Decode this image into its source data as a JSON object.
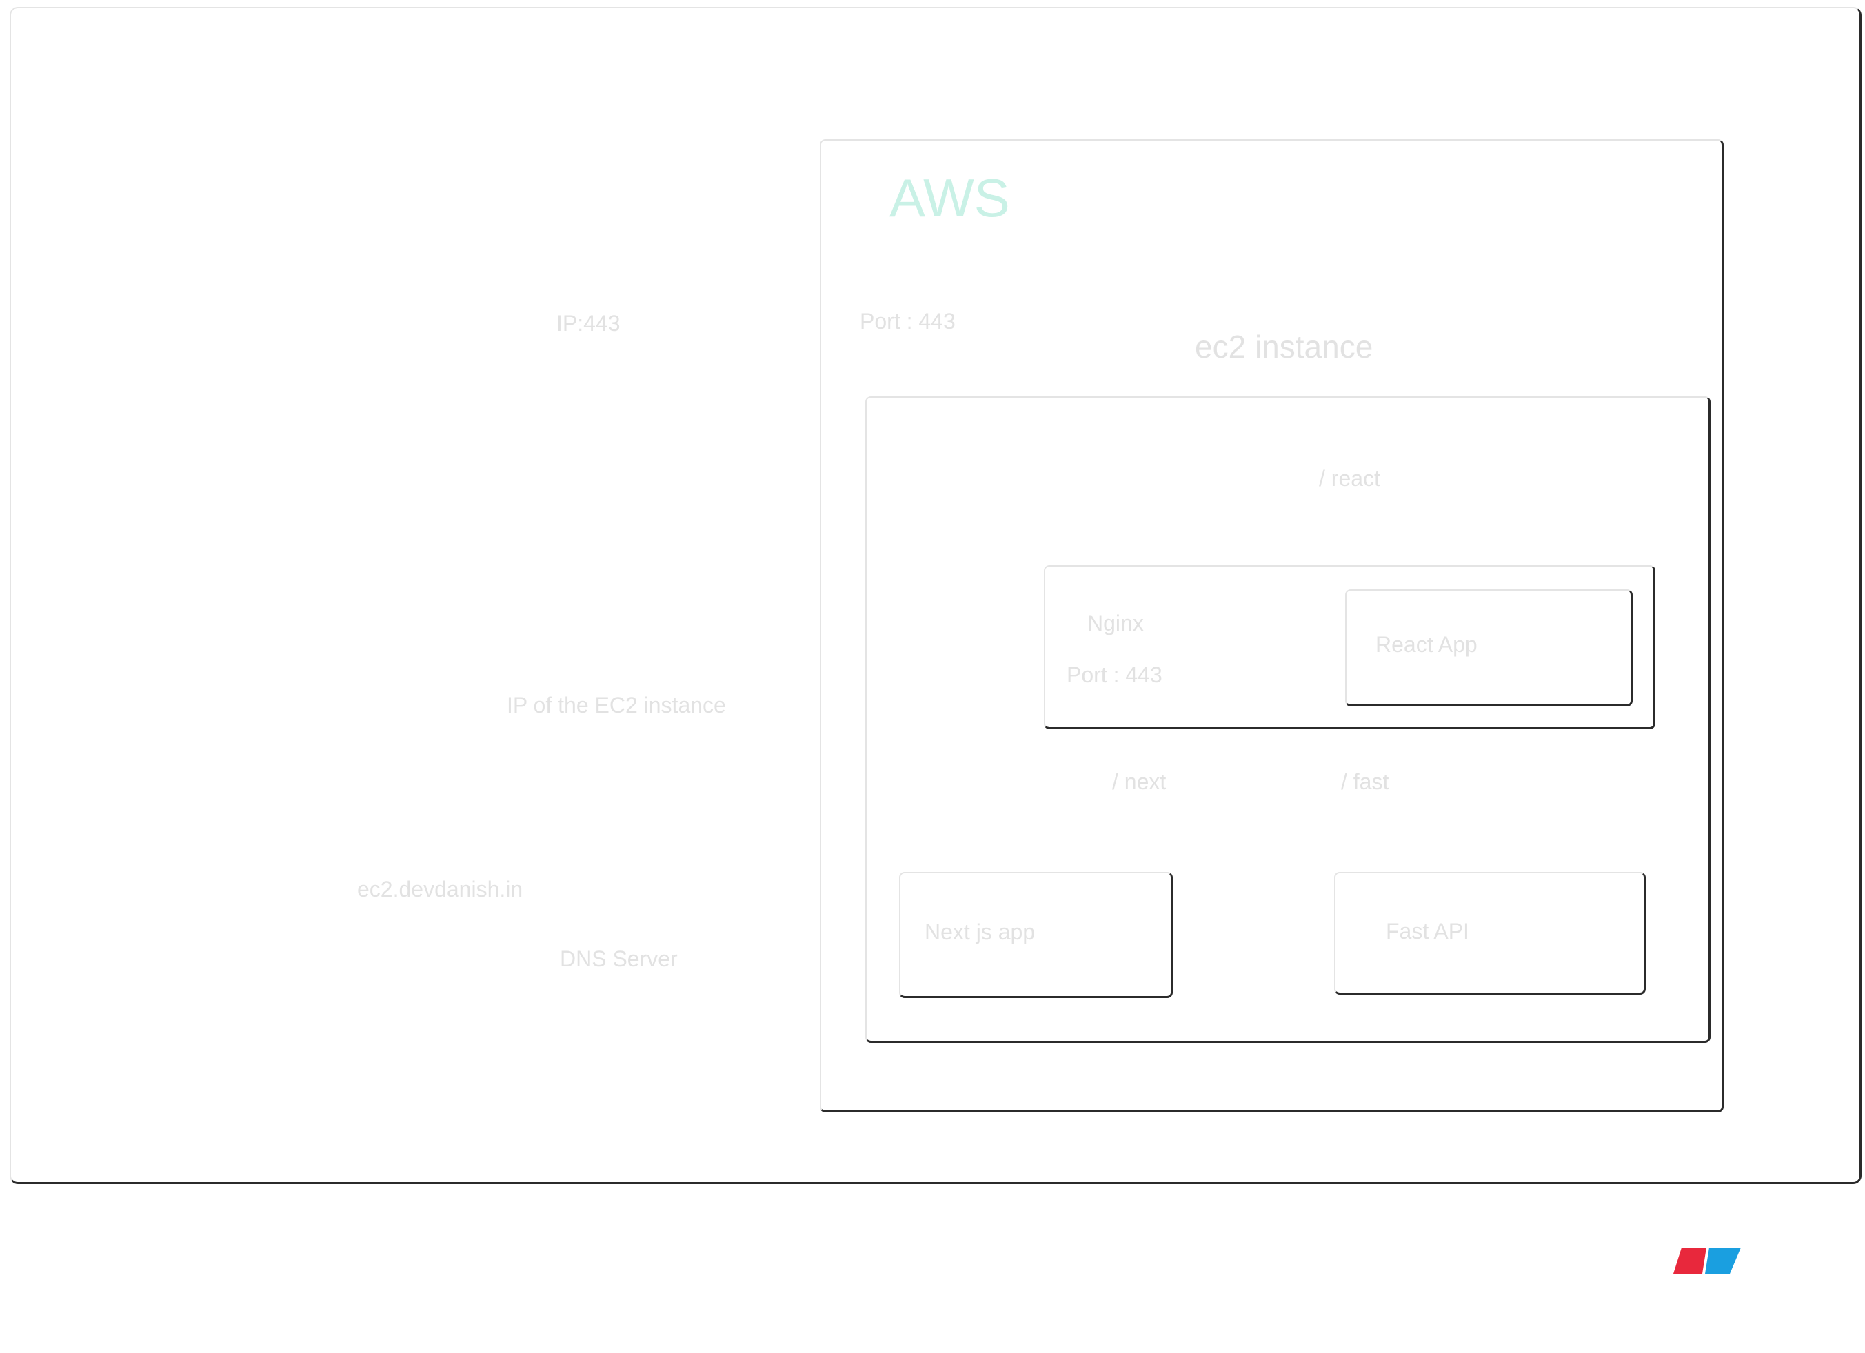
{
  "diagram": {
    "aws_title": "AWS",
    "aws_color": "#c9f1e6",
    "ec2_label": "ec2 instance",
    "port_outer": "Port : 443",
    "ip_port_label": "IP:443",
    "ip_ec2_label": "IP of the EC2 instance",
    "domain_label": "ec2.devdanish.in",
    "dns_label": "DNS Server",
    "nginx": {
      "name": "Nginx",
      "port": "Port : 443"
    },
    "routes": {
      "react": "/ react",
      "next": "/ next",
      "fast": "/ fast"
    },
    "apps": {
      "react": "React App",
      "next": "Next js app",
      "fast": "Fast API"
    },
    "logo_colors": {
      "left": "#e8283c",
      "right": "#1a9fe0"
    }
  }
}
